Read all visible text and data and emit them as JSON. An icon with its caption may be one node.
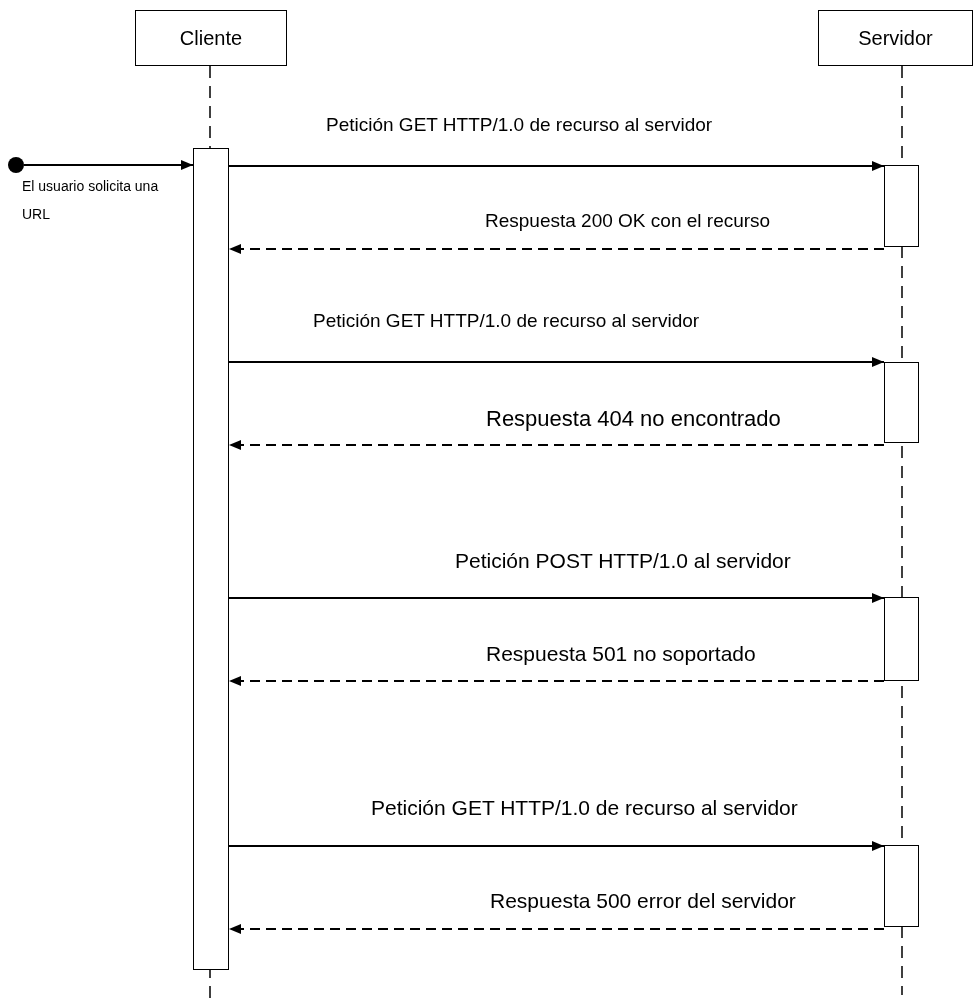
{
  "diagram": {
    "nodes": [
      {
        "text": [
          "Cliente"
        ]
      },
      {
        "text": [
          "Servidor"
        ]
      },
      {
        "text": [],
        "shape": "circle"
      },
      {
        "text": [],
        "shape": "bar"
      },
      {
        "text": [],
        "shape": "bar"
      },
      {
        "text": [],
        "shape": "bar"
      },
      {
        "text": [],
        "shape": "bar"
      },
      {
        "text": [],
        "shape": "bar"
      }
    ],
    "edges": [
      {
        "from": 2,
        "to": 3,
        "arrow": "to",
        "label": "El usuario solicita una URL"
      },
      {
        "from": 3,
        "to": 4,
        "arrow": "to",
        "label": "Petición GET HTTP/1.0 de recurso al servidor"
      },
      {
        "from": 4,
        "to": 3,
        "arrow": "to",
        "style": "dashed",
        "label": "Respuesta 200 OK con el recurso"
      },
      {
        "from": 3,
        "to": 5,
        "arrow": "to",
        "label": "Petición GET HTTP/1.0 de recurso al servidor"
      },
      {
        "from": 5,
        "to": 3,
        "arrow": "to",
        "style": "dashed",
        "label": "Respuesta 404 no encontrado"
      },
      {
        "from": 3,
        "to": 6,
        "arrow": "to",
        "label": "Petición POST HTTP/1.0 al servidor"
      },
      {
        "from": 6,
        "to": 3,
        "arrow": "to",
        "style": "dashed",
        "label": "Respuesta 501 no soportado"
      },
      {
        "from": 3,
        "to": 7,
        "arrow": "to",
        "label": "Petición GET HTTP/1.0 de recurso al servidor"
      },
      {
        "from": 7,
        "to": 3,
        "arrow": "to",
        "style": "dashed",
        "label": "Respuesta 500 error del servidor"
      }
    ]
  }
}
